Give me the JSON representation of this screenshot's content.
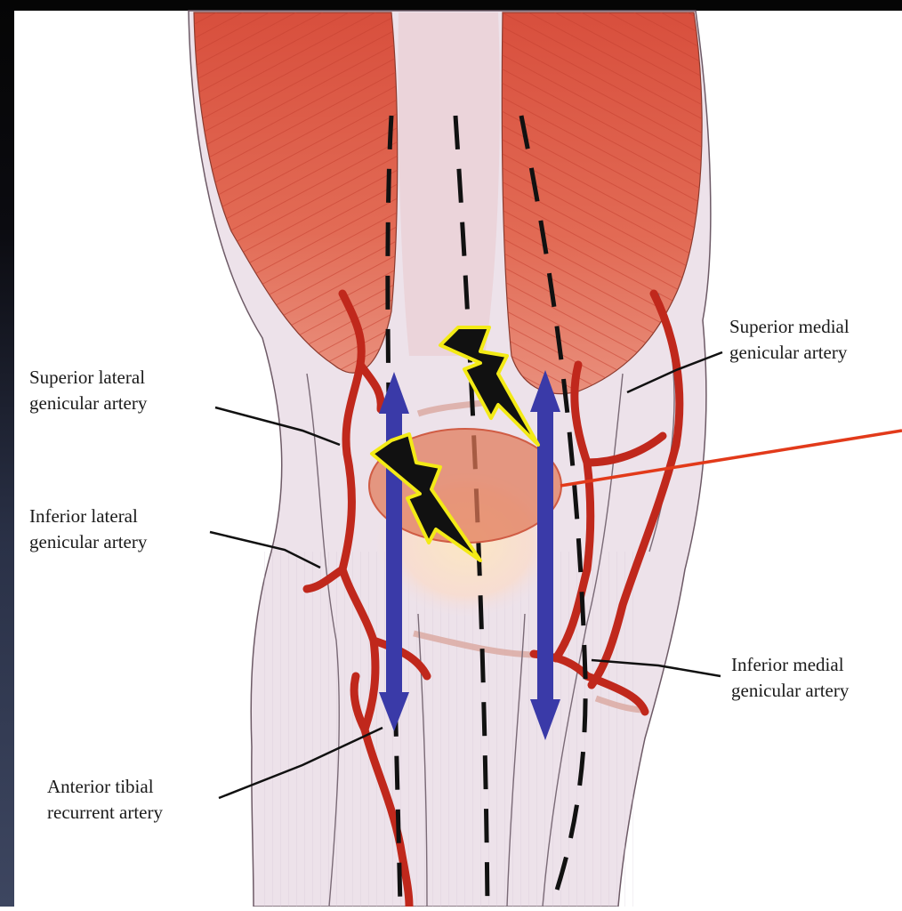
{
  "labels": {
    "superior_medial": {
      "line1": "Superior medial",
      "line2": "genicular artery"
    },
    "superior_lateral": {
      "line1": "Superior lateral",
      "line2": "genicular artery"
    },
    "inferior_lateral": {
      "line1": "Inferior lateral",
      "line2": "genicular artery"
    },
    "inferior_medial": {
      "line1": "Inferior medial",
      "line2": "genicular artery"
    },
    "anterior_tibial": {
      "line1": "Anterior tibial",
      "line2": "recurrent artery"
    }
  },
  "colors": {
    "muscle": "#e0664f",
    "tendon": "#ece4ec",
    "artery": "#c0281c",
    "arrow": "#3a3aa8",
    "lightning": "#111111",
    "lightning_outline": "#f3ea16",
    "highlight_oval": "#e27a5e",
    "pointer_line": "#e23a1a"
  },
  "icons": [
    "lightning-bolt-icon",
    "double-arrow-icon"
  ]
}
